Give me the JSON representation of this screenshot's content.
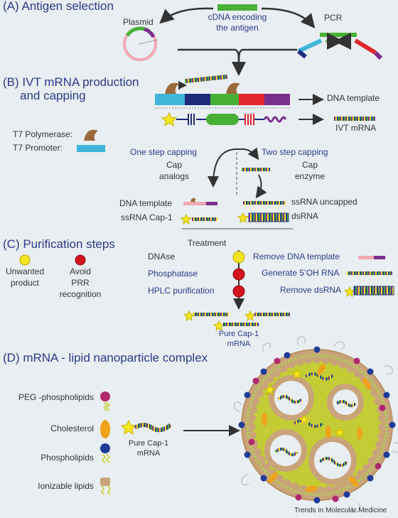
{
  "sections": {
    "a": {
      "title": "(A) Antigen selection",
      "plasmid": "Plasmid",
      "cdna_line1": "cDNA encoding",
      "cdna_line2": "the antigen",
      "pcr": "PCR"
    },
    "b": {
      "title_line1": "(B) IVT mRNA production",
      "title_line2": "and capping",
      "dna_template": "DNA template",
      "ivt_mrna": "IVT mRNA",
      "t7_polymerase": "T7 Polymerase:",
      "t7_promoter": "T7 Promoter:",
      "one_step": "One step capping",
      "cap_analogs_1": "Cap",
      "cap_analogs_2": "analogs",
      "two_step": "Two step capping",
      "cap_enzyme_1": "Cap",
      "cap_enzyme_2": "enzyme",
      "left_dna_template": "DNA template",
      "left_ssrna_cap1": "ssRNA Cap-1",
      "right_ssrna_uncapped": "ssRNA uncapped",
      "right_dsrna": "dsRNA"
    },
    "c": {
      "title": "(C) Purification steps",
      "treatment": "Treatment",
      "unwanted_1": "Unwanted",
      "unwanted_2": "product",
      "avoid_1": "Avoid",
      "avoid_2": "PRR",
      "avoid_3": "recognition",
      "dnase": "DNAse",
      "phosphatase": "Phosphatase",
      "hplc": "HPLC purification",
      "remove_dna": "Remove DNA template",
      "generate_oh": "Generate 5’OH RNA",
      "remove_dsrna": "Remove dsRNA",
      "pure_1": "Pure Cap-1",
      "pure_2": "mRNA"
    },
    "d": {
      "title": "(D) mRNA - lipid nanoparticle complex",
      "peg": "PEG -phospholipids",
      "cholesterol": "Cholesterol",
      "phospholipids": "Phospholipids",
      "ionizable": "Ionizable lipids",
      "pure_1": "Pure Cap-1",
      "pure_2": "mRNA"
    }
  },
  "footer": "Trends in Molecular Medicine",
  "colors": {
    "background": "#e9eef2",
    "heading": "#2a3a8c",
    "green": "#49b036",
    "cyan": "#3fb6d9",
    "navy": "#1f2a7a",
    "red": "#e1262d",
    "purple": "#7a2f8e",
    "polymerase": "#9a6a3c",
    "yellow_marker": "#f3e520",
    "red_marker": "#d3141e",
    "lipid_tan": "#c9a47a",
    "cholesterol": "#f0a21a"
  }
}
